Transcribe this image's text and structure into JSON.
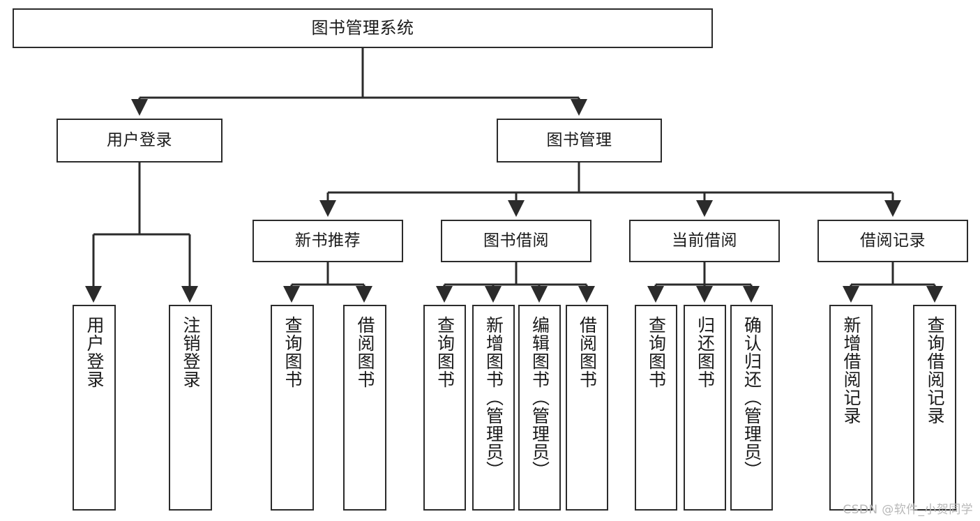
{
  "diagram": {
    "title": "图书管理系统",
    "type": "tree-hierarchy-chart",
    "stroke_color": "#2b2b2b",
    "fill_color": "#ffffff",
    "text_color": "#1a1a1a"
  },
  "nodes": {
    "root": {
      "label": "图书管理系统"
    },
    "level2": [
      {
        "label": "用户登录"
      },
      {
        "label": "图书管理"
      }
    ],
    "level3": [
      {
        "label": "新书推荐"
      },
      {
        "label": "图书借阅"
      },
      {
        "label": "当前借阅"
      },
      {
        "label": "借阅记录"
      }
    ],
    "leaves": {
      "user_login": [
        {
          "label": "用户登录"
        },
        {
          "label": "注销登录"
        }
      ],
      "new_book": [
        {
          "label": "查询图书"
        },
        {
          "label": "借阅图书"
        }
      ],
      "book_borrow": [
        {
          "label": "查询图书"
        },
        {
          "label": "新增图书（管理员）"
        },
        {
          "label": "编辑图书（管理员）"
        },
        {
          "label": "借阅图书"
        }
      ],
      "current_borrow": [
        {
          "label": "查询图书"
        },
        {
          "label": "归还图书"
        },
        {
          "label": "确认归还（管理员）"
        }
      ],
      "borrow_record": [
        {
          "label": "新增借阅记录"
        },
        {
          "label": "查询借阅记录"
        }
      ]
    }
  },
  "watermark": {
    "text": "CSDN @软件_小贺同学"
  }
}
